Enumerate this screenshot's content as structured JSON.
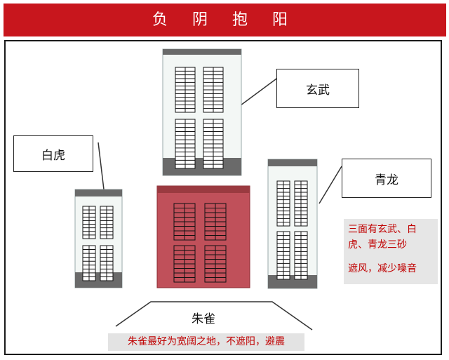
{
  "title": "负 阴 抱 阳",
  "labels": {
    "north": "玄武",
    "west": "白虎",
    "east": "青龙",
    "south": "朱雀"
  },
  "note": {
    "line1": "三面有玄武、白虎、青龙三砂",
    "line2": "遮风，减少噪音"
  },
  "caption": "朱雀最好为宽阔之地，不遮阳，避震",
  "colors": {
    "header": "#c8161d",
    "center_building": "#c0505a",
    "note_text": "#c00000"
  }
}
